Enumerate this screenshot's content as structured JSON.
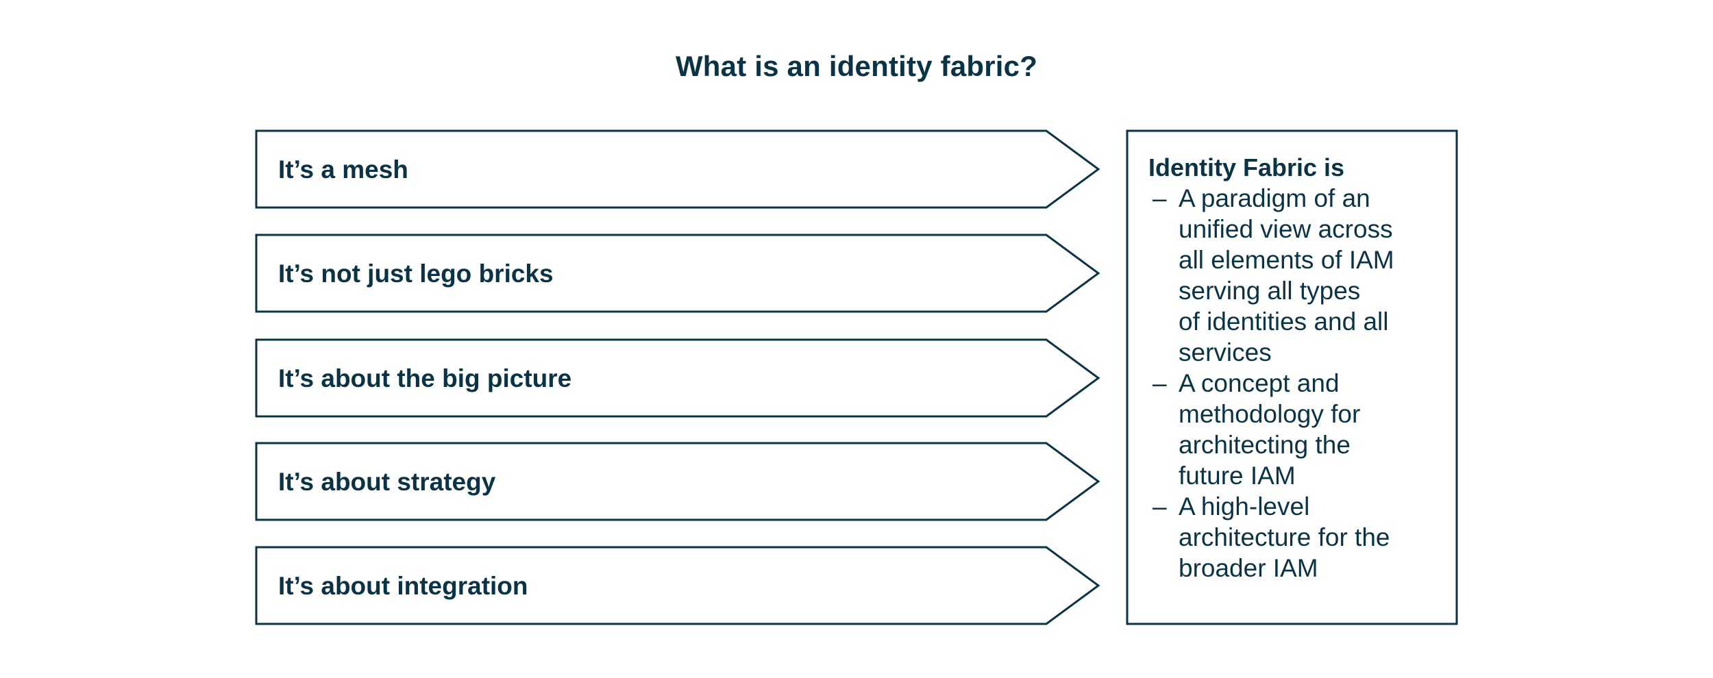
{
  "title": "What is an identity fabric?",
  "colors": {
    "primary": "#0a3346",
    "background": "#ffffff"
  },
  "arrows": [
    {
      "label": "It’s a mesh"
    },
    {
      "label": "It’s not just lego bricks"
    },
    {
      "label": "It’s about the big picture"
    },
    {
      "label": "It’s about strategy"
    },
    {
      "label": "It’s about integration"
    }
  ],
  "info_box": {
    "heading": "Identity Fabric is",
    "bullet_symbol": "–",
    "items": [
      {
        "lines": [
          "A paradigm of an",
          "unified view across",
          "all elements of IAM",
          "serving all types",
          "of identities and all",
          "services"
        ]
      },
      {
        "lines": [
          "A concept and",
          "methodology for",
          "architecting the",
          "future IAM"
        ]
      },
      {
        "lines": [
          "A high-level",
          "architecture for the",
          "broader IAM"
        ]
      }
    ]
  }
}
